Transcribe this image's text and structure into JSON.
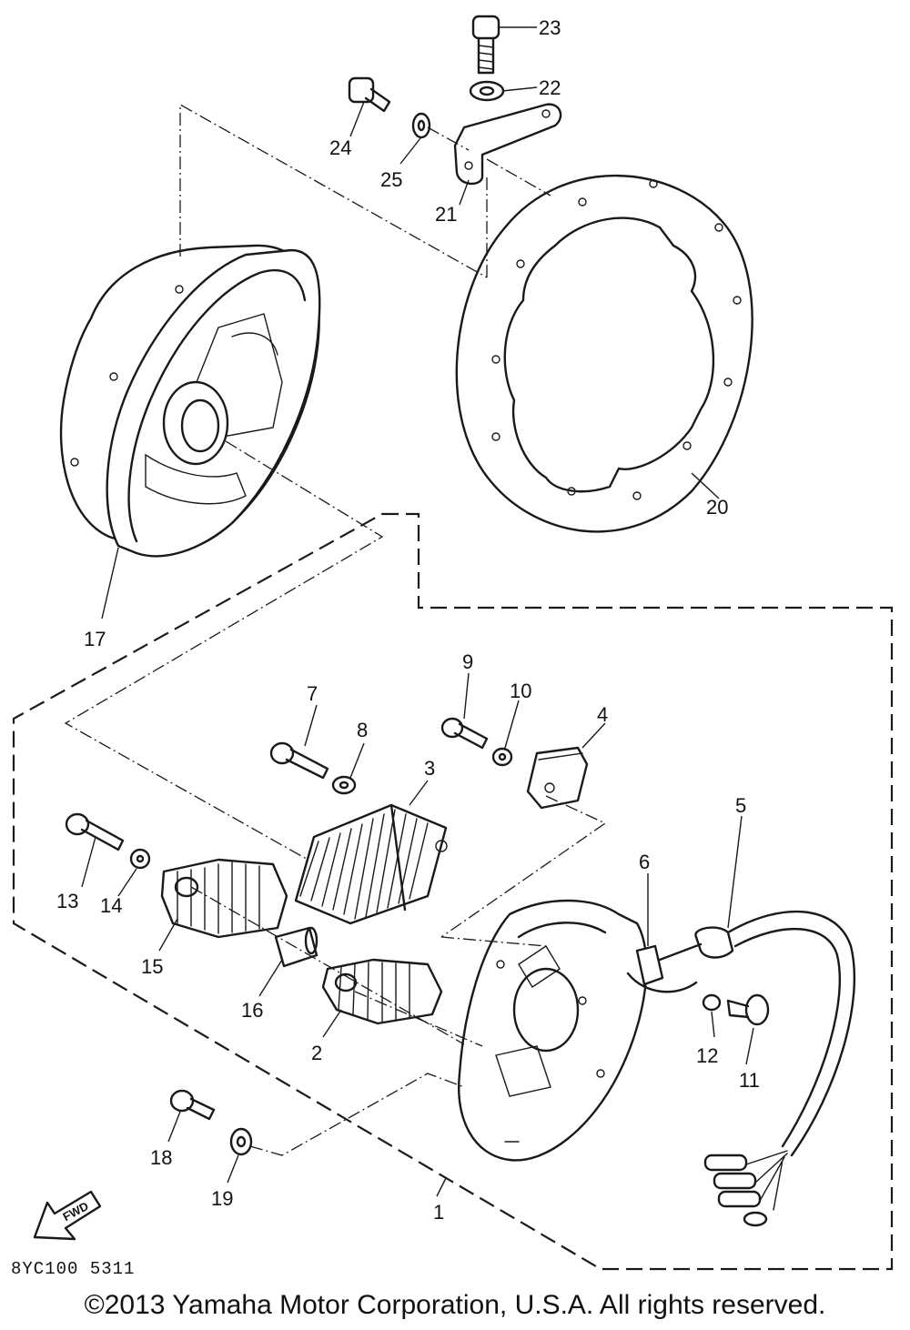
{
  "parts": [
    {
      "id": "p1",
      "label": "1"
    },
    {
      "id": "p2",
      "label": "2"
    },
    {
      "id": "p3",
      "label": "3"
    },
    {
      "id": "p4",
      "label": "4"
    },
    {
      "id": "p5",
      "label": "5"
    },
    {
      "id": "p6",
      "label": "6"
    },
    {
      "id": "p7",
      "label": "7"
    },
    {
      "id": "p8",
      "label": "8"
    },
    {
      "id": "p9",
      "label": "9"
    },
    {
      "id": "p10",
      "label": "10"
    },
    {
      "id": "p11",
      "label": "11"
    },
    {
      "id": "p12",
      "label": "12"
    },
    {
      "id": "p13",
      "label": "13"
    },
    {
      "id": "p14",
      "label": "14"
    },
    {
      "id": "p15",
      "label": "15"
    },
    {
      "id": "p16",
      "label": "16"
    },
    {
      "id": "p17",
      "label": "17"
    },
    {
      "id": "p18",
      "label": "18"
    },
    {
      "id": "p19",
      "label": "19"
    },
    {
      "id": "p20",
      "label": "20"
    },
    {
      "id": "p21",
      "label": "21"
    },
    {
      "id": "p22",
      "label": "22"
    },
    {
      "id": "p23",
      "label": "23"
    },
    {
      "id": "p24",
      "label": "24"
    },
    {
      "id": "p25",
      "label": "25"
    }
  ],
  "fwd_arrow_text": "FWD",
  "diagram_code": "8YC100 5311",
  "copyright": "©2013 Yamaha Motor Corporation, U.S.A. All rights reserved."
}
